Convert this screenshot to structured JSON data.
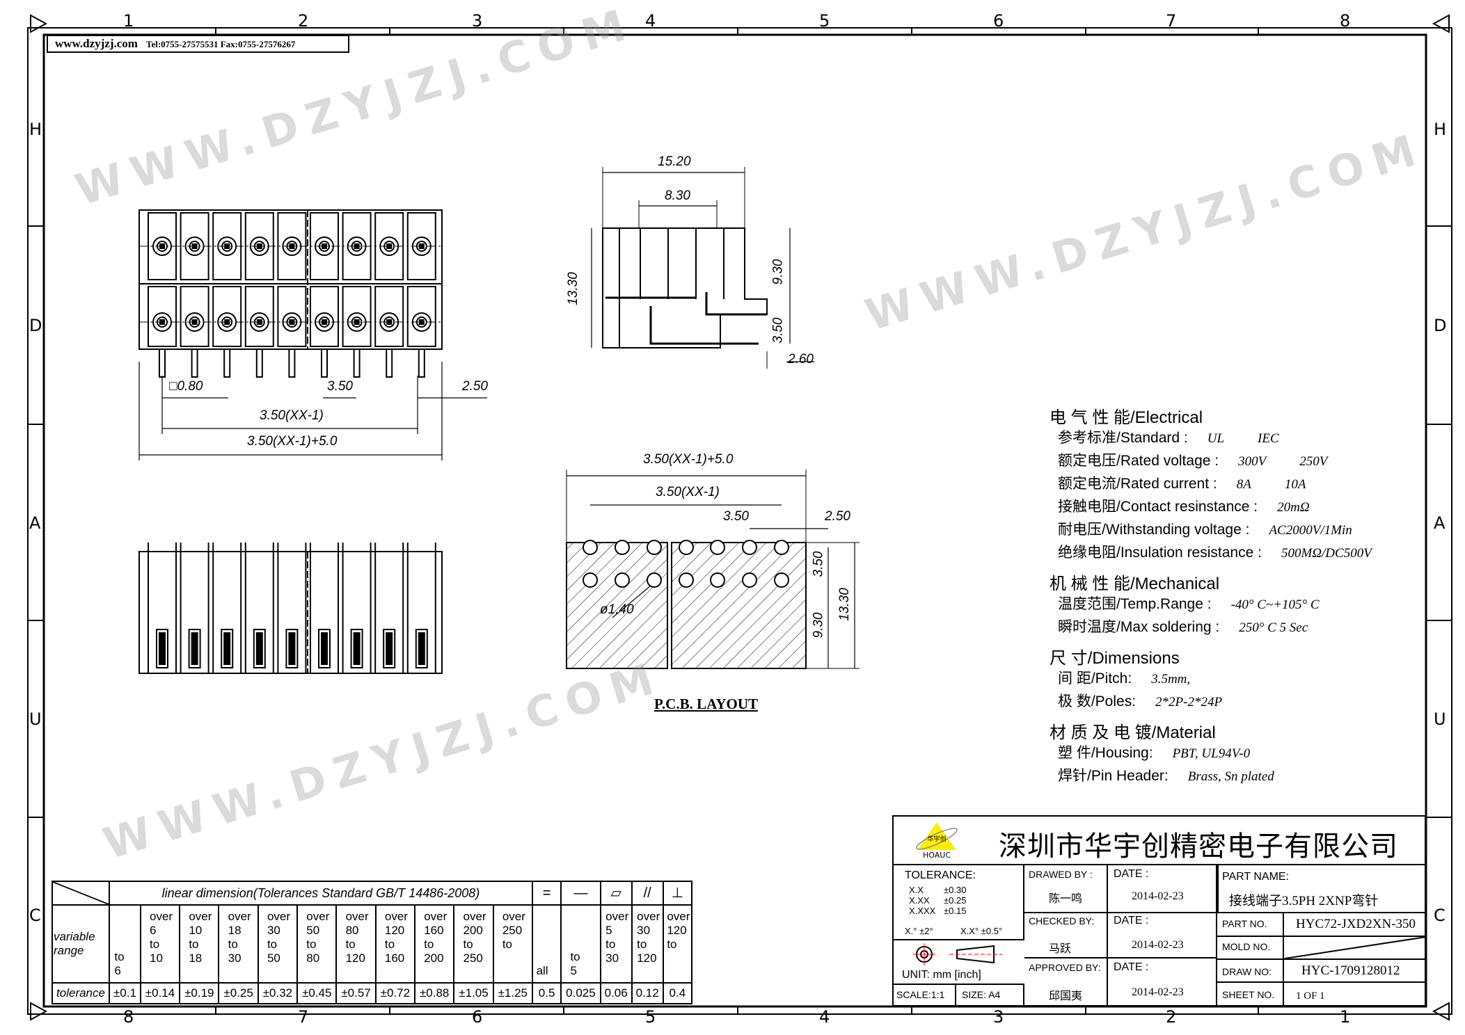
{
  "header": {
    "website": "www.dzyjzj.com",
    "contact": "Tel:0755-27575531  Fax:0755-27576267"
  },
  "grid": {
    "columns_top": [
      "1",
      "2",
      "3",
      "4",
      "5",
      "6",
      "7",
      "8"
    ],
    "columns_bottom": [
      "8",
      "7",
      "6",
      "5",
      "4",
      "3",
      "2",
      "1"
    ],
    "rows": [
      "H",
      "D",
      "A",
      "U",
      "C"
    ]
  },
  "watermark": "WWW.DZYJZJ.COM",
  "front_view": {
    "pin_count": 9,
    "dims": {
      "pin_square": "□0.80",
      "pitch": "3.50",
      "edge": "2.50",
      "span": "3.50(XX-1)",
      "total": "3.50(XX-1)+5.0"
    }
  },
  "side_view": {
    "dims": {
      "width_total": "15.20",
      "width_inner": "8.30",
      "height_total": "13.30",
      "height_upper": "9.30",
      "height_lower": "3.50",
      "pin_offset": "2.60"
    }
  },
  "pcb_layout": {
    "title": "P.C.B.  LAYOUT",
    "dims": {
      "total": "3.50(XX-1)+5.0",
      "span": "3.50(XX-1)",
      "pitch": "3.50",
      "edge": "2.50",
      "row_pitch": "3.50",
      "height_total": "13.30",
      "height_lower": "9.30",
      "hole": "ø1.40"
    }
  },
  "specs": {
    "electrical": {
      "heading": "电 气 性 能/Electrical",
      "rows": [
        {
          "label": "参考标准/Standard :",
          "v1": "UL",
          "v2": "IEC"
        },
        {
          "label": "额定电压/Rated voltage :",
          "v1": "300V",
          "v2": "250V"
        },
        {
          "label": "额定电流/Rated current :",
          "v1": "8A",
          "v2": "10A"
        },
        {
          "label": "接触电阻/Contact resinstance :",
          "v1": "20mΩ"
        },
        {
          "label": "耐电压/Withstanding voltage :",
          "v1": "AC2000V/1Min"
        },
        {
          "label": "绝缘电阻/Insulation resistance :",
          "v1": "500MΩ/DC500V"
        }
      ]
    },
    "mechanical": {
      "heading": "机 械 性 能/Mechanical",
      "rows": [
        {
          "label": "温度范围/Temp.Range :",
          "v1": "-40° C~+105° C"
        },
        {
          "label": "瞬时温度/Max soldering :",
          "v1": "250° C   5 Sec"
        }
      ]
    },
    "dimensions": {
      "heading": "尺    寸/Dimensions",
      "rows": [
        {
          "label": "间 距/Pitch:",
          "v1": "3.5mm,"
        },
        {
          "label": "极 数/Poles:",
          "v1": "2*2P-2*24P"
        }
      ]
    },
    "material": {
      "heading": "材 质 及 电 镀/Material",
      "rows": [
        {
          "label": "塑 件/Housing:",
          "v1": "PBT, UL94V-0"
        },
        {
          "label": "焊针/Pin Header:",
          "v1": "Brass, Sn plated"
        }
      ]
    }
  },
  "title_block": {
    "logo_text": "华宇创",
    "logo_brand": "HOAUC",
    "company": "深圳市华宇创精密电子有限公司",
    "tolerance_label": "TOLERANCE:",
    "tolerances": [
      {
        "k": "X.X",
        "v": "±0.30"
      },
      {
        "k": "X.XX",
        "v": "±0.25"
      },
      {
        "k": "X.XXX",
        "v": "±0.15"
      }
    ],
    "angle_tol_1": "X.° ±2°",
    "angle_tol_2": "X.X° ±0.5°",
    "unit": "UNIT:  mm  [inch]",
    "scale": "SCALE:1:1",
    "size": "SIZE:  A4",
    "drawed_by_label": "DRAWED  BY :",
    "drawed_by": "陈一鸣",
    "checked_by_label": "CHECKED  BY:",
    "checked_by": "马跃",
    "approved_by_label": "APPROVED  BY:",
    "approved_by": "邱国夷",
    "date_label": "DATE  :",
    "date_drawed": "2014-02-23",
    "date_checked": "2014-02-23",
    "date_approved": "2014-02-23",
    "part_name_label": "PART  NAME:",
    "part_name": "接线端子3.5PH 2XNP弯针",
    "part_no_label": "PART  NO.",
    "part_no": "HYC72-JXD2XN-350",
    "mold_no_label": "MOLD  NO.",
    "draw_no_label": "DRAW  NO:",
    "draw_no": "HYC-1709128012",
    "sheet_no_label": "SHEET  NO.",
    "sheet_no": "1 OF 1"
  },
  "tolerance_table": {
    "header": "linear  dimension(Tolerances  Standard  GB/T  14486-2008)",
    "symbols": [
      "=",
      "—",
      "▱",
      "//",
      "⊥"
    ],
    "range_label": "variable range",
    "ranges": [
      "to 6",
      "over 6 to 10",
      "over 10 to 18",
      "over 18 to 30",
      "over 30 to 50",
      "over 50 to 80",
      "over 80 to 120",
      "over 120 to 160",
      "over 160 to 200",
      "over 200 to 250",
      "over 250 to",
      "all",
      "to 5",
      "over 5 to 30",
      "over 30 to 120",
      "over 120 to"
    ],
    "tolerance_label": "tolerance",
    "values": [
      "±0.1",
      "±0.14",
      "±0.19",
      "±0.25",
      "±0.32",
      "±0.45",
      "±0.57",
      "±0.72",
      "±0.88",
      "±1.05",
      "±1.25",
      "0.5",
      "0.025",
      "0.06",
      "0.12",
      "0.4"
    ]
  }
}
